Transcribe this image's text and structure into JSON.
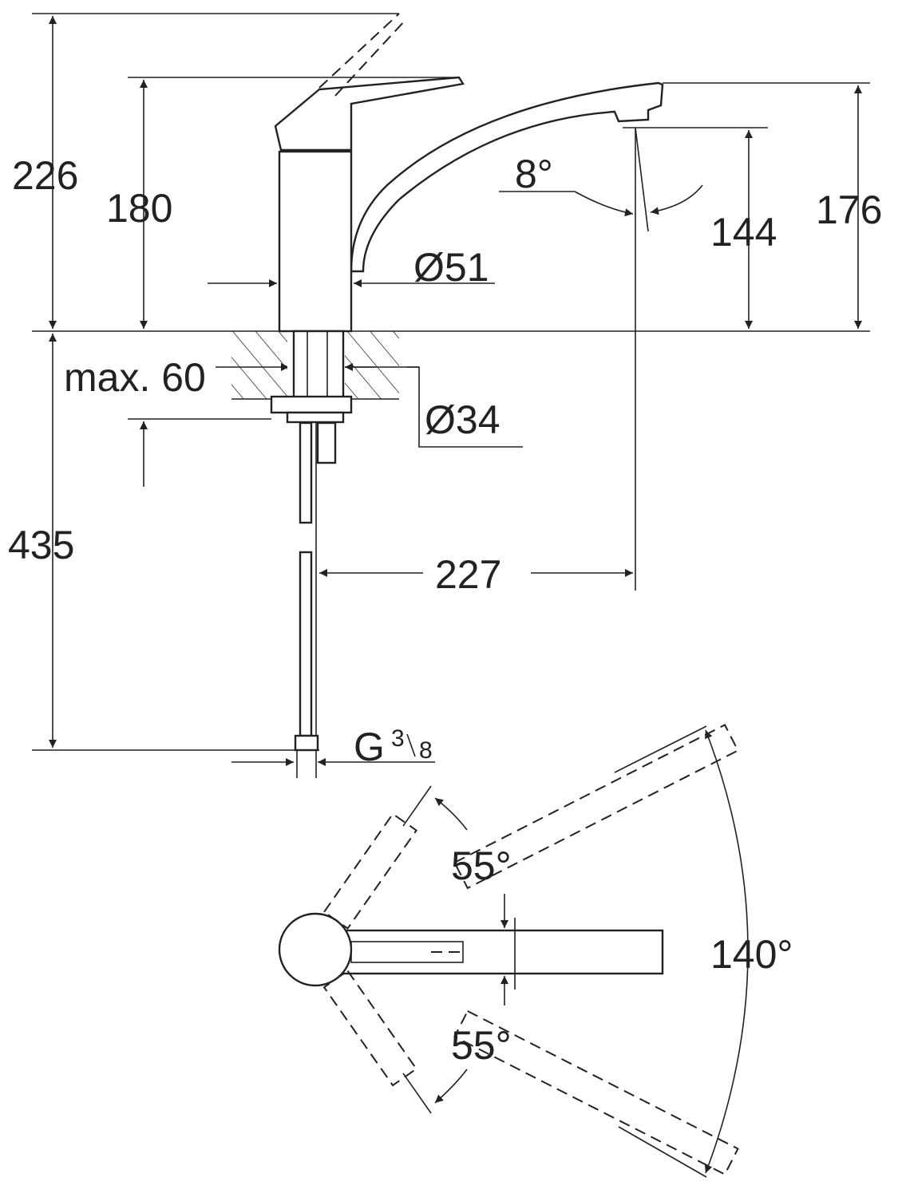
{
  "dimensions": {
    "total_height": "226",
    "handle_height": "180",
    "spout_height": "176",
    "outlet_height": "144",
    "outlet_angle": "8°",
    "body_diameter": "Ø51",
    "max_thickness": "max. 60",
    "shank_diameter": "Ø34",
    "hose_length": "435",
    "spout_reach": "227",
    "connection_main": "G",
    "connection_num": "3",
    "connection_den": "8",
    "swivel_left": "55°",
    "swivel_right": "55°",
    "swivel_total": "140°"
  },
  "colors": {
    "line": "#222222",
    "background": "#ffffff"
  }
}
